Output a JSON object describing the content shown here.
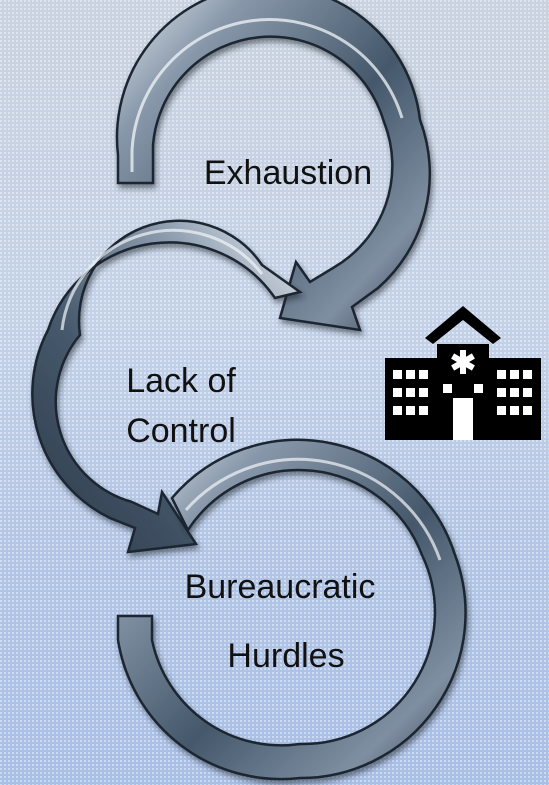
{
  "diagram": {
    "steps": [
      {
        "id": "exhaustion",
        "lines": [
          "Exhaustion"
        ]
      },
      {
        "id": "lack-of-control",
        "lines": [
          "Lack of",
          "Control"
        ]
      },
      {
        "id": "bureaucratic-hurdles",
        "lines": [
          "Bureaucratic",
          "Hurdles"
        ]
      }
    ],
    "icon": "hospital-icon",
    "colors": {
      "arrow_fill": "#4f6175",
      "arrow_highlight": "#d5dde7",
      "arrow_shadow": "#253140",
      "icon": "#000000"
    }
  }
}
